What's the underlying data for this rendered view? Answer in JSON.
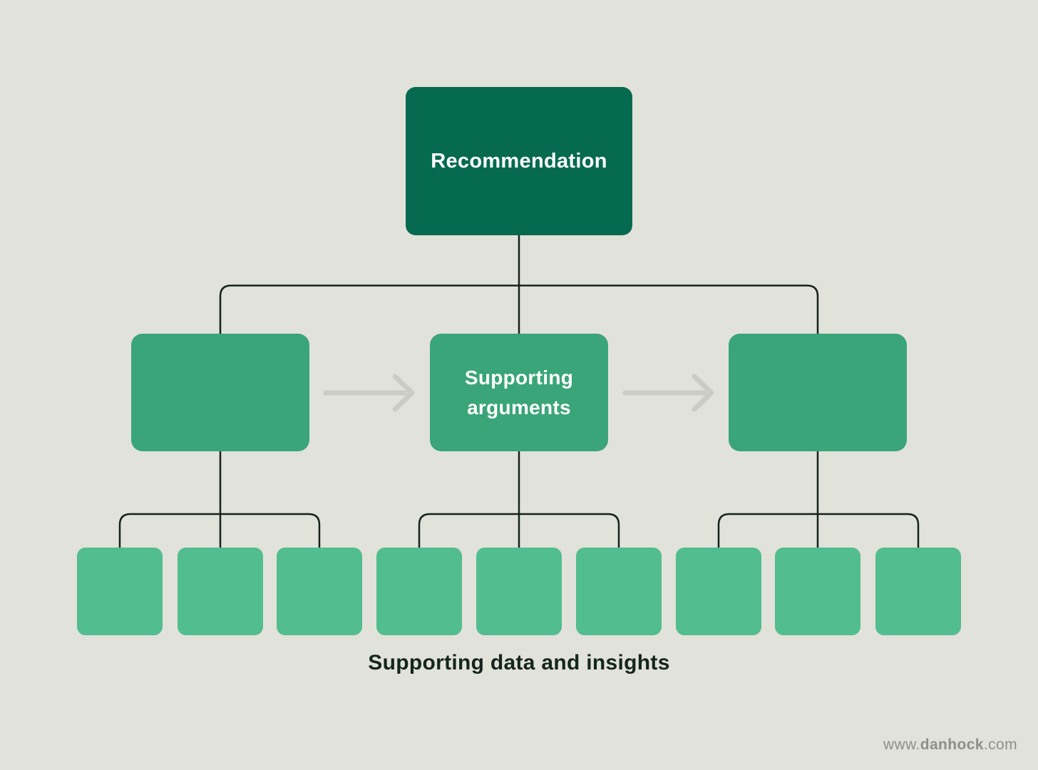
{
  "diagram": {
    "root": {
      "label": "Recommendation"
    },
    "arguments": {
      "left_label": "",
      "center_label": "Supporting arguments",
      "right_label": ""
    },
    "data_boxes_count": "9",
    "caption": "Supporting data and insights"
  },
  "icons": {
    "arrow_left": "right-arrow",
    "arrow_right": "right-arrow"
  },
  "watermark": {
    "prefix": "www.",
    "brand": "danhock",
    "suffix": ".com"
  },
  "colors": {
    "background": "#e1e2da",
    "root_box": "#056a4f",
    "argument_box": "#3aa578",
    "data_box": "#52bd8f",
    "connector": "#14231c",
    "arrow": "#cbccc4",
    "caption_text": "#15251d",
    "watermark_text": "#8e9086",
    "box_text": "#ffffff"
  }
}
